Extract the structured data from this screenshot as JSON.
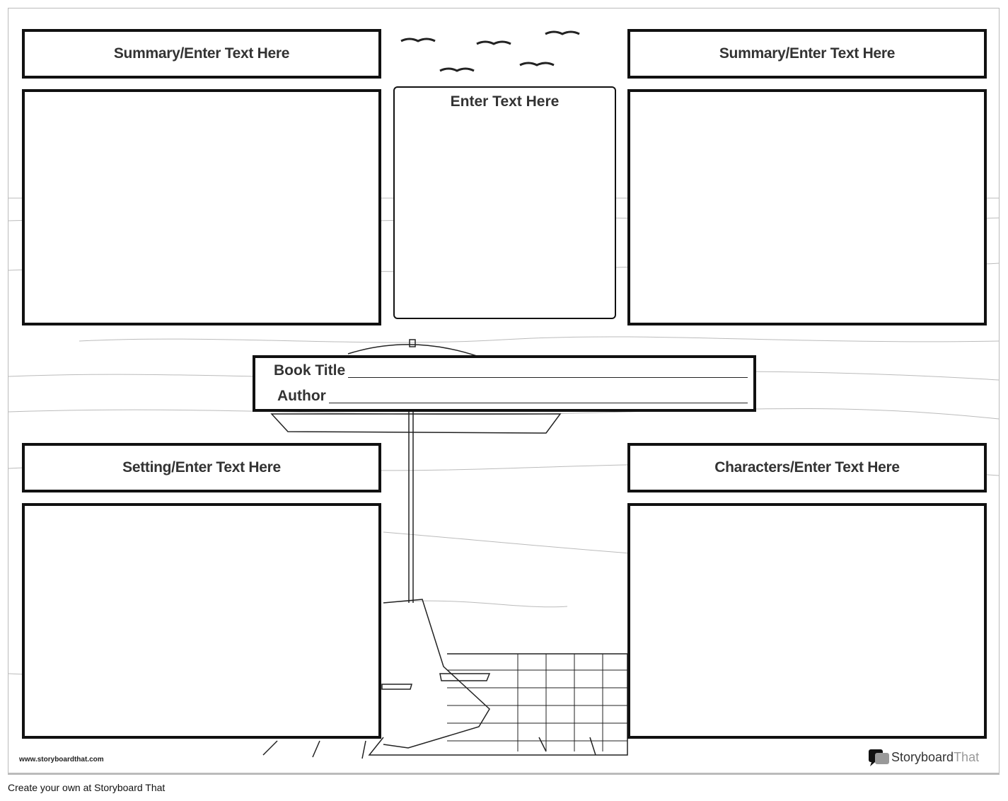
{
  "panels": {
    "top_left_title": "Summary/Enter Text Here",
    "top_right_title": "Summary/Enter Text Here",
    "center_title": "Enter Text Here",
    "bottom_left_title": "Setting/Enter Text Here",
    "bottom_right_title": "Characters/Enter Text Here"
  },
  "book": {
    "title_label": "Book Title",
    "author_label": "Author"
  },
  "footer": {
    "url": "www.storyboardthat.com",
    "logo_main": "Storyboard",
    "logo_light": "That",
    "cta": "Create your own at Storyboard That"
  }
}
